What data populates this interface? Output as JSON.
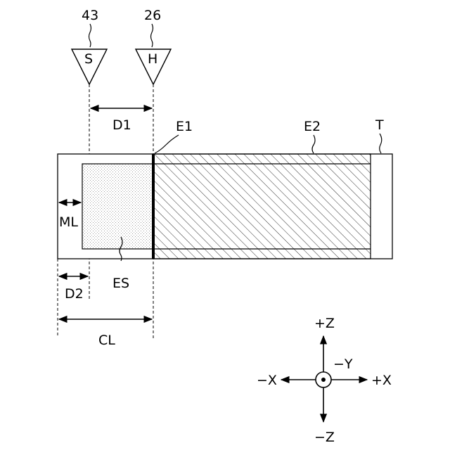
{
  "labels": {
    "sensor_ref": "43",
    "sensor_mark": "S",
    "head_ref": "26",
    "head_mark": "H",
    "d1": "D1",
    "e1": "E1",
    "e2": "E2",
    "t": "T",
    "ml": "ML",
    "es": "ES",
    "d2": "D2",
    "cl": "CL"
  },
  "axes": {
    "plus_z": "+Z",
    "minus_z": "−Z",
    "plus_x": "+X",
    "minus_x": "−X",
    "minus_y": "−Y"
  }
}
